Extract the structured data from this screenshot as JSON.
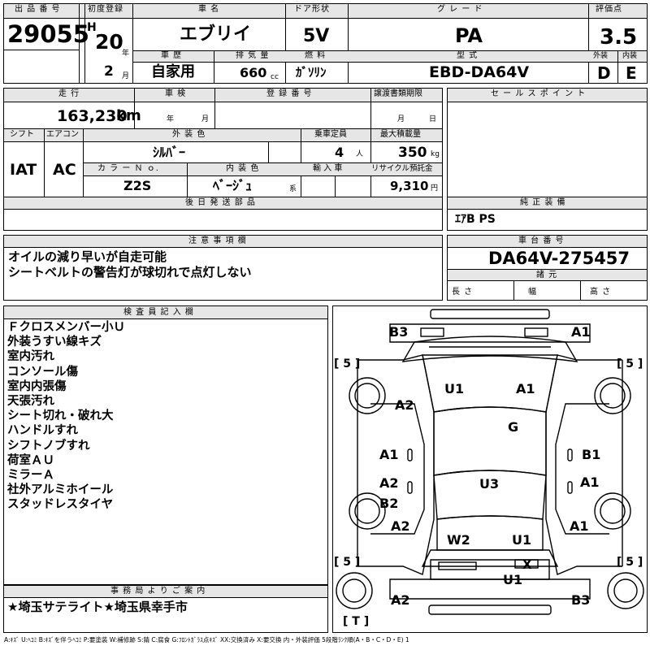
{
  "header": {
    "lot_no_label": "出 品 番 号",
    "lot_no": "29055",
    "first_reg_label": "初度登録",
    "era": "H",
    "year": "20",
    "year_unit": "年",
    "month": "2",
    "month_unit": "月",
    "car_name_label": "車 名",
    "car_name": "エブリイ",
    "history_label": "車 歴",
    "history": "自家用",
    "displacement_label": "排 気 量",
    "displacement": "660",
    "displacement_unit": "cc",
    "door_label": "ドア形状",
    "door": "5V",
    "fuel_label": "燃 料",
    "fuel": "ｶﾞｿﾘﾝ",
    "grade_label": "グ レ ー ド",
    "grade": "PA",
    "model_label": "型 式",
    "model": "EBD-DA64V",
    "score_label": "評価点",
    "score": "3.5",
    "exterior_label": "外装",
    "exterior": "D",
    "interior_label": "内装",
    "interior": "E"
  },
  "row2": {
    "mileage_label": "走 行",
    "mileage": "163,230",
    "mileage_unit": "km",
    "inspection_label": "車 検",
    "inspection_year_unit": "年",
    "inspection_month_unit": "月",
    "plate_label": "登 録 番 号",
    "transfer_label": "譲渡書類期限",
    "transfer_month_unit": "月",
    "transfer_day_unit": "日",
    "sales_point_label": "セ ー ル ス ポ イ ン ト",
    "shift_label": "シフト",
    "shift": "IAT",
    "ac_label": "エアコン",
    "ac": "AC",
    "ext_color_label": "外 装 色",
    "ext_color": "ｼﾙﾊﾞｰ",
    "capacity_label": "乗車定員",
    "capacity": "4",
    "capacity_unit": "人",
    "max_load_label": "最大積載量",
    "max_load": "350",
    "max_load_unit": "kg",
    "color_no_label": "カ ラ ー Ｎ ｏ.",
    "color_no": "Z2S",
    "int_color_label": "内 装 色",
    "int_color": "ﾍﾞｰｼﾞｭ",
    "int_color_unit": "系",
    "import_label": "輸 入 車",
    "recycle_label": "リサイクル預託金",
    "recycle": "9,310",
    "recycle_unit": "円",
    "later_parts_label": "後 日 発 送 部 品",
    "equipment_label": "純 正 装 備",
    "equipment": "ｴｱB PS"
  },
  "notes": {
    "label": "注 意 事 項 欄",
    "lines": [
      "オイルの減り早いが自走可能",
      "シートベルトの警告灯が球切れで点灯しない"
    ]
  },
  "chassis": {
    "label": "車 台 番 号",
    "number": "DA64V-275457",
    "specs_label": "諸 元",
    "length_label": "長 さ",
    "width_label": "幅",
    "height_label": "高 さ"
  },
  "inspector": {
    "label": "検 査 員 記 入 欄",
    "lines": [
      "Ｆクロスメンバー小Ｕ",
      "外装うすい線キズ",
      "室内汚れ",
      "コンソール傷",
      "室内内張傷",
      "天張汚れ",
      "シート切れ・破れ大",
      "ハンドルすれ",
      "シフトノブすれ",
      "荷室ＡＵ",
      "ミラーＡ",
      "社外アルミホイール",
      "スタッドレスタイヤ"
    ]
  },
  "office": {
    "label": "事 務 局 よ り ご 案 内",
    "text": "★埼玉サテライト★埼玉県幸手市"
  },
  "diagram": {
    "marks": [
      "B3",
      "A1",
      "U1",
      "A1",
      "A2",
      "G",
      "A1",
      "B1",
      "A2",
      "U3",
      "A1",
      "B2",
      "A2",
      "A1",
      "W2",
      "U1",
      "X",
      "U1",
      "A2",
      "B3"
    ],
    "tire_marks": [
      "[ 5 ]",
      "[ 5 ]",
      "[ 5 ]",
      "[ 5 ]",
      "[ T ]"
    ]
  },
  "legend": "A:ｷｽﾞ U:ﾍｺﾐ B:ｷｽﾞを伴うﾍｺﾐ P:要塗装 W:補修跡 S:錆 C:腐食 G:ﾌﾛﾝﾄｶﾞﾗｽ点ｷｽﾞ XX:交換済み X:要交換 内・外装評価 5段階ﾗﾝｸ順(A・B・C・D・E) 1"
}
